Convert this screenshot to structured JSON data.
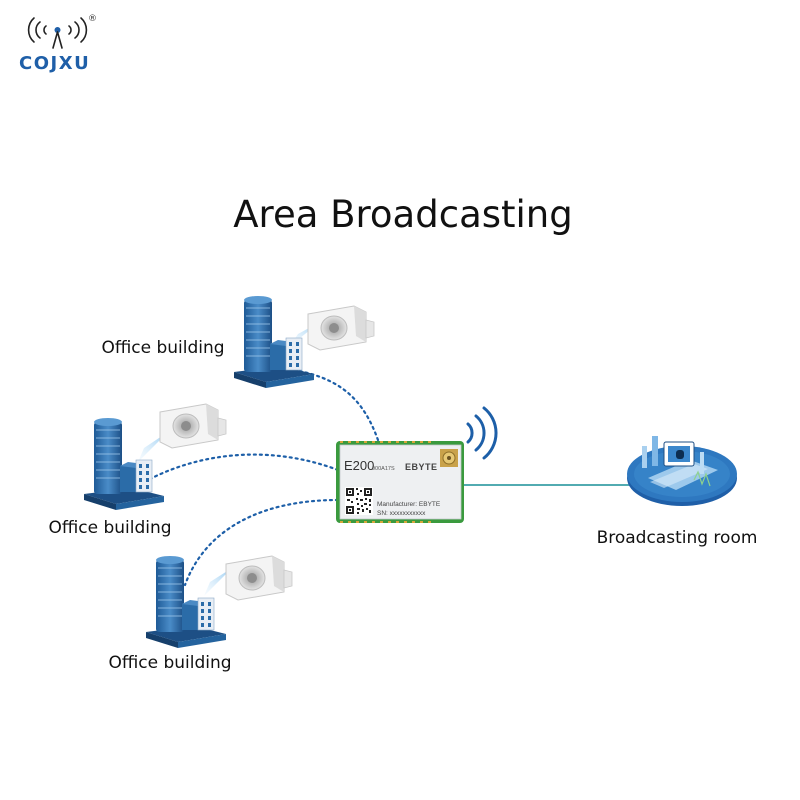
{
  "logo": {
    "text": "COJXU",
    "registered": "®"
  },
  "title": "Area Broadcasting",
  "labels": {
    "office_top": "Office building",
    "office_mid": "Office building",
    "office_bottom": "Office building",
    "broadcast_room": "Broadcasting room"
  },
  "module": {
    "model": "E200",
    "part": "900A17S",
    "brand": "EBYTE",
    "manufacturer": "Manufacturer: EBYTE",
    "serial": "SN: xxxxxxxxxxx"
  },
  "colors": {
    "brand_blue": "#1f5fa8",
    "link_blue": "#1d5fa8",
    "line_teal": "#3a9fa6",
    "building_blue": "#2b6ca8",
    "pcb_green": "#3a9a3e"
  }
}
